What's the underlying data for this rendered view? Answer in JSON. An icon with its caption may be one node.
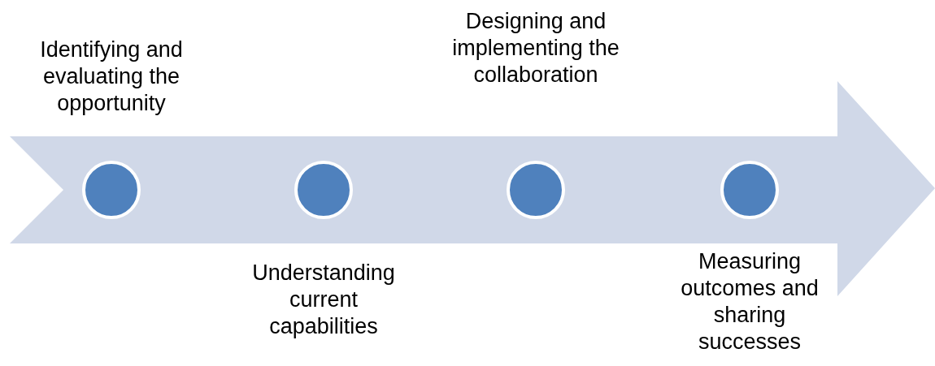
{
  "diagram": {
    "nodes": [
      {
        "text": [],
        "shape": "circle",
        "beside": [
          "Identifying and evaluating the opportunity"
        ]
      },
      {
        "text": [],
        "shape": "circle",
        "beside": [
          "Understanding current capabilities"
        ]
      },
      {
        "text": [],
        "shape": "circle",
        "beside": [
          "Designing and implementing the collaboration"
        ]
      },
      {
        "text": [],
        "shape": "circle",
        "beside": [
          "Measuring outcomes and sharing successes"
        ]
      }
    ]
  }
}
